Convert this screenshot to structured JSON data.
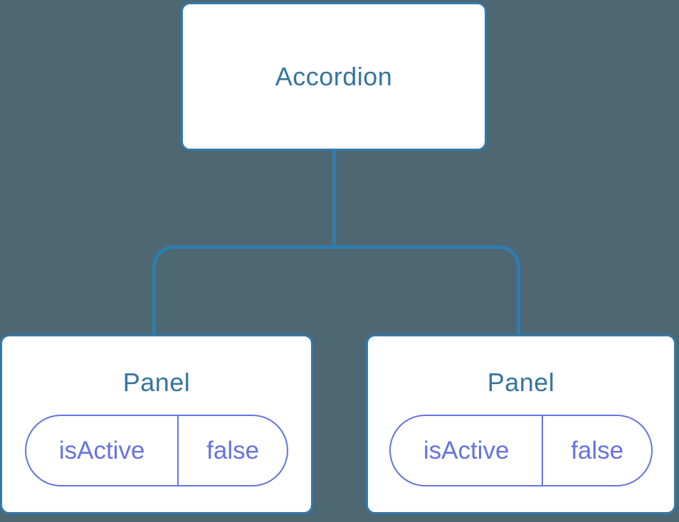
{
  "diagram": {
    "root": {
      "label": "Accordion"
    },
    "panels": [
      {
        "label": "Panel",
        "state": {
          "key": "isActive",
          "value": "false"
        }
      },
      {
        "label": "Panel",
        "state": {
          "key": "isActive",
          "value": "false"
        }
      }
    ]
  },
  "colors": {
    "background": "#4d6773",
    "connector": "#2f7dae",
    "node_border": "#337aab",
    "node_background": "#ffffff",
    "node_label": "#35749e",
    "state_accent": "#6673e0"
  }
}
